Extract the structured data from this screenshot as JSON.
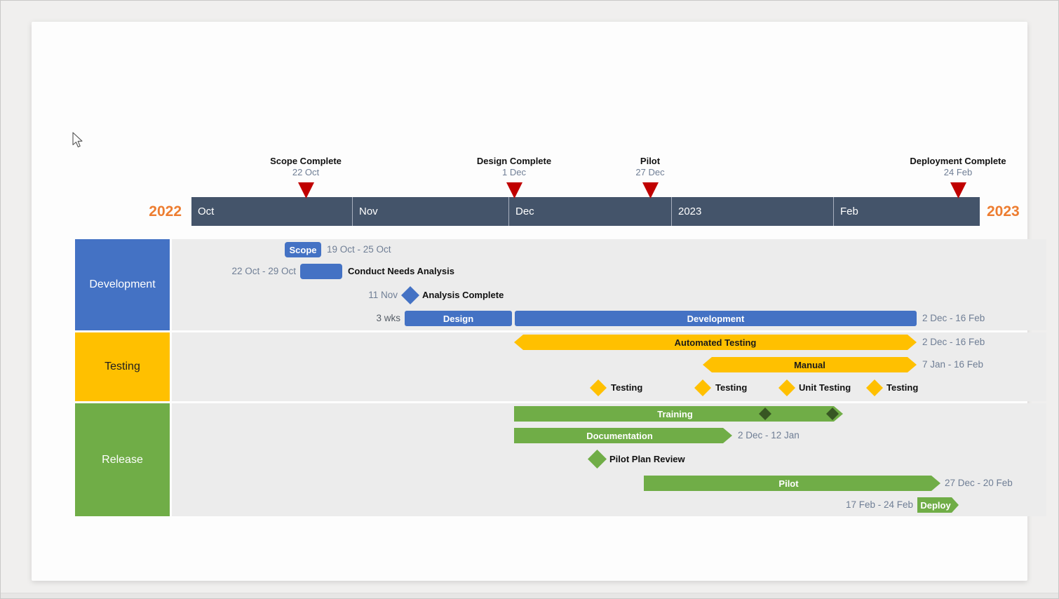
{
  "timeline": {
    "year_left": "2022",
    "year_right": "2023",
    "months": [
      "Oct",
      "Nov",
      "Dec",
      "2023",
      "Feb"
    ],
    "milestones": [
      {
        "title": "Scope Complete",
        "date": "22 Oct"
      },
      {
        "title": "Design Complete",
        "date": "1 Dec"
      },
      {
        "title": "Pilot",
        "date": "27 Dec"
      },
      {
        "title": "Deployment Complete",
        "date": "24 Feb"
      }
    ]
  },
  "lanes": {
    "development": {
      "label": "Development",
      "scope_bar": "Scope",
      "scope_date": "19 Oct - 25 Oct",
      "needs_date": "22 Oct - 29 Oct",
      "needs_title": "Conduct Needs Analysis",
      "analysis_date": "11 Nov",
      "analysis_title": "Analysis Complete",
      "design_duration": "3 wks",
      "design_bar": "Design",
      "dev_bar": "Development",
      "dev_date": "2 Dec - 16 Feb"
    },
    "testing": {
      "label": "Testing",
      "automated_bar": "Automated Testing",
      "automated_date": "2 Dec - 16 Feb",
      "manual_bar": "Manual",
      "manual_date": "7 Jan - 16 Feb",
      "m1": "Testing",
      "m2": "Testing",
      "m3": "Unit Testing",
      "m4": "Testing"
    },
    "release": {
      "label": "Release",
      "training_bar": "Training",
      "documentation_bar": "Documentation",
      "documentation_date": "2 Dec - 12 Jan",
      "pilot_review_title": "Pilot Plan Review",
      "pilot_bar": "Pilot",
      "pilot_date": "27 Dec - 20 Feb",
      "deploy_date": "17 Feb - 24 Feb",
      "deploy_bar": "Deploy"
    }
  },
  "colors": {
    "band": "#44546A",
    "year_accent": "#ED7D31",
    "milestone_marker": "#C00000",
    "development_blue": "#4472C4",
    "testing_yellow": "#FFC000",
    "release_green": "#70AD47",
    "training_diamond_dark": "#375623",
    "lane_background": "#ececec",
    "date_text": "#6f7e95"
  },
  "chart_data": {
    "type": "bar",
    "subtype": "gantt-timeline",
    "axis": {
      "scale": "time",
      "header_months": [
        "Oct",
        "Nov",
        "Dec",
        "2023",
        "Feb"
      ],
      "year_left": "2022",
      "year_right": "2023",
      "range_start": "Oct 2022",
      "range_end": "Feb 2023"
    },
    "top_milestones": [
      {
        "label": "Scope Complete",
        "date": "22 Oct",
        "marker": "red-triangle"
      },
      {
        "label": "Design Complete",
        "date": "1 Dec",
        "marker": "red-triangle"
      },
      {
        "label": "Pilot",
        "date": "27 Dec",
        "marker": "red-triangle"
      },
      {
        "label": "Deployment Complete",
        "date": "24 Feb",
        "marker": "red-triangle"
      }
    ],
    "swimlanes": [
      {
        "name": "Development",
        "color": "#4472C4",
        "items": [
          {
            "type": "bar",
            "label": "Scope",
            "start": "19 Oct",
            "end": "25 Oct"
          },
          {
            "type": "bar",
            "label": "Conduct Needs Analysis",
            "start": "22 Oct",
            "end": "29 Oct"
          },
          {
            "type": "milestone",
            "label": "Analysis Complete",
            "date": "11 Nov"
          },
          {
            "type": "bar",
            "label": "Design",
            "duration": "3 wks"
          },
          {
            "type": "bar",
            "label": "Development",
            "start": "2 Dec",
            "end": "16 Feb"
          }
        ]
      },
      {
        "name": "Testing",
        "color": "#FFC000",
        "items": [
          {
            "type": "bar",
            "label": "Automated Testing",
            "start": "2 Dec",
            "end": "16 Feb",
            "shape": "double-arrow"
          },
          {
            "type": "bar",
            "label": "Manual",
            "start": "7 Jan",
            "end": "16 Feb",
            "shape": "double-arrow"
          },
          {
            "type": "milestone",
            "label": "Testing"
          },
          {
            "type": "milestone",
            "label": "Testing"
          },
          {
            "type": "milestone",
            "label": "Unit Testing"
          },
          {
            "type": "milestone",
            "label": "Testing"
          }
        ]
      },
      {
        "name": "Release",
        "color": "#70AD47",
        "items": [
          {
            "type": "bar",
            "label": "Training",
            "shape": "right-arrow",
            "markers_on_bar": 2,
            "marker_color": "#375623"
          },
          {
            "type": "bar",
            "label": "Documentation",
            "start": "2 Dec",
            "end": "12 Jan",
            "shape": "right-arrow"
          },
          {
            "type": "milestone",
            "label": "Pilot Plan Review"
          },
          {
            "type": "bar",
            "label": "Pilot",
            "start": "27 Dec",
            "end": "20 Feb",
            "shape": "right-arrow"
          },
          {
            "type": "bar",
            "label": "Deploy",
            "start": "17 Feb",
            "end": "24 Feb",
            "shape": "right-arrow"
          }
        ]
      }
    ]
  }
}
